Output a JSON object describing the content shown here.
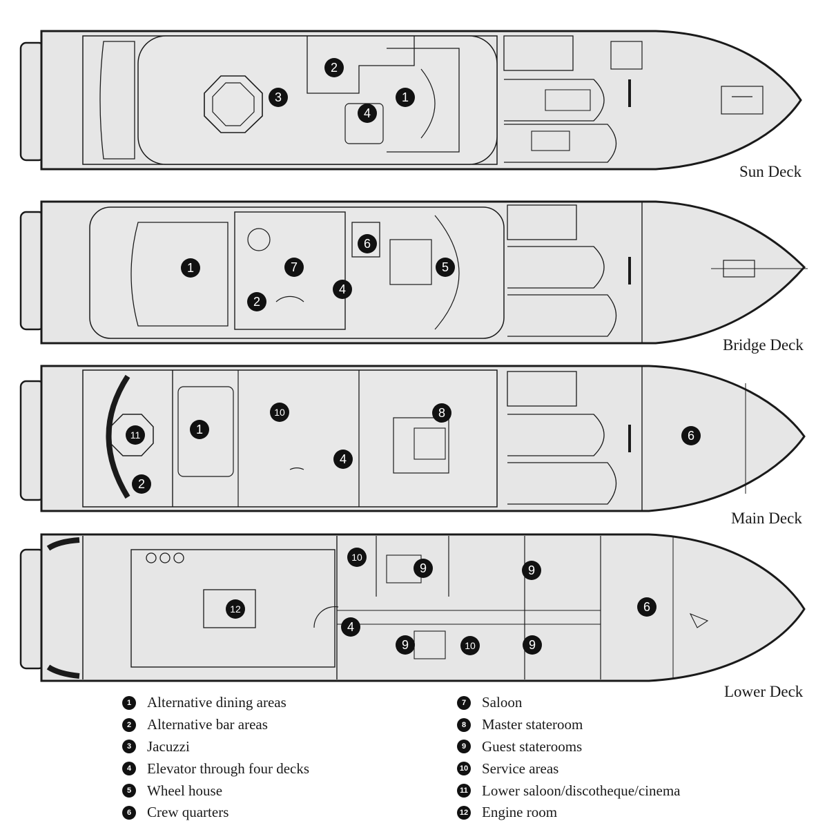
{
  "decks": [
    {
      "name": "Sun Deck",
      "markers": [
        {
          "num": "1"
        },
        {
          "num": "2"
        },
        {
          "num": "3"
        },
        {
          "num": "4"
        }
      ]
    },
    {
      "name": "Bridge Deck",
      "markers": [
        {
          "num": "1"
        },
        {
          "num": "7"
        },
        {
          "num": "6"
        },
        {
          "num": "5"
        },
        {
          "num": "4"
        },
        {
          "num": "2"
        }
      ]
    },
    {
      "name": "Main Deck",
      "markers": [
        {
          "num": "10"
        },
        {
          "num": "8"
        },
        {
          "num": "1"
        },
        {
          "num": "11"
        },
        {
          "num": "4"
        },
        {
          "num": "2"
        },
        {
          "num": "6"
        }
      ]
    },
    {
      "name": "Lower Deck",
      "markers": [
        {
          "num": "10"
        },
        {
          "num": "9"
        },
        {
          "num": "9"
        },
        {
          "num": "12"
        },
        {
          "num": "6"
        },
        {
          "num": "4"
        },
        {
          "num": "9"
        },
        {
          "num": "10"
        },
        {
          "num": "9"
        }
      ]
    }
  ],
  "legend": [
    {
      "num": "1",
      "label": "Alternative dining areas"
    },
    {
      "num": "2",
      "label": "Alternative bar areas"
    },
    {
      "num": "3",
      "label": "Jacuzzi"
    },
    {
      "num": "4",
      "label": "Elevator through four decks"
    },
    {
      "num": "5",
      "label": "Wheel house"
    },
    {
      "num": "6",
      "label": "Crew quarters"
    },
    {
      "num": "7",
      "label": "Saloon"
    },
    {
      "num": "8",
      "label": "Master stateroom"
    },
    {
      "num": "9",
      "label": "Guest staterooms"
    },
    {
      "num": "10",
      "label": "Service areas"
    },
    {
      "num": "11",
      "label": "Lower saloon/discotheque/cinema"
    },
    {
      "num": "12",
      "label": "Engine room"
    }
  ],
  "colors": {
    "hull_fill": "#e6e6e6",
    "line": "#1a1a1a",
    "marker": "#111111"
  }
}
